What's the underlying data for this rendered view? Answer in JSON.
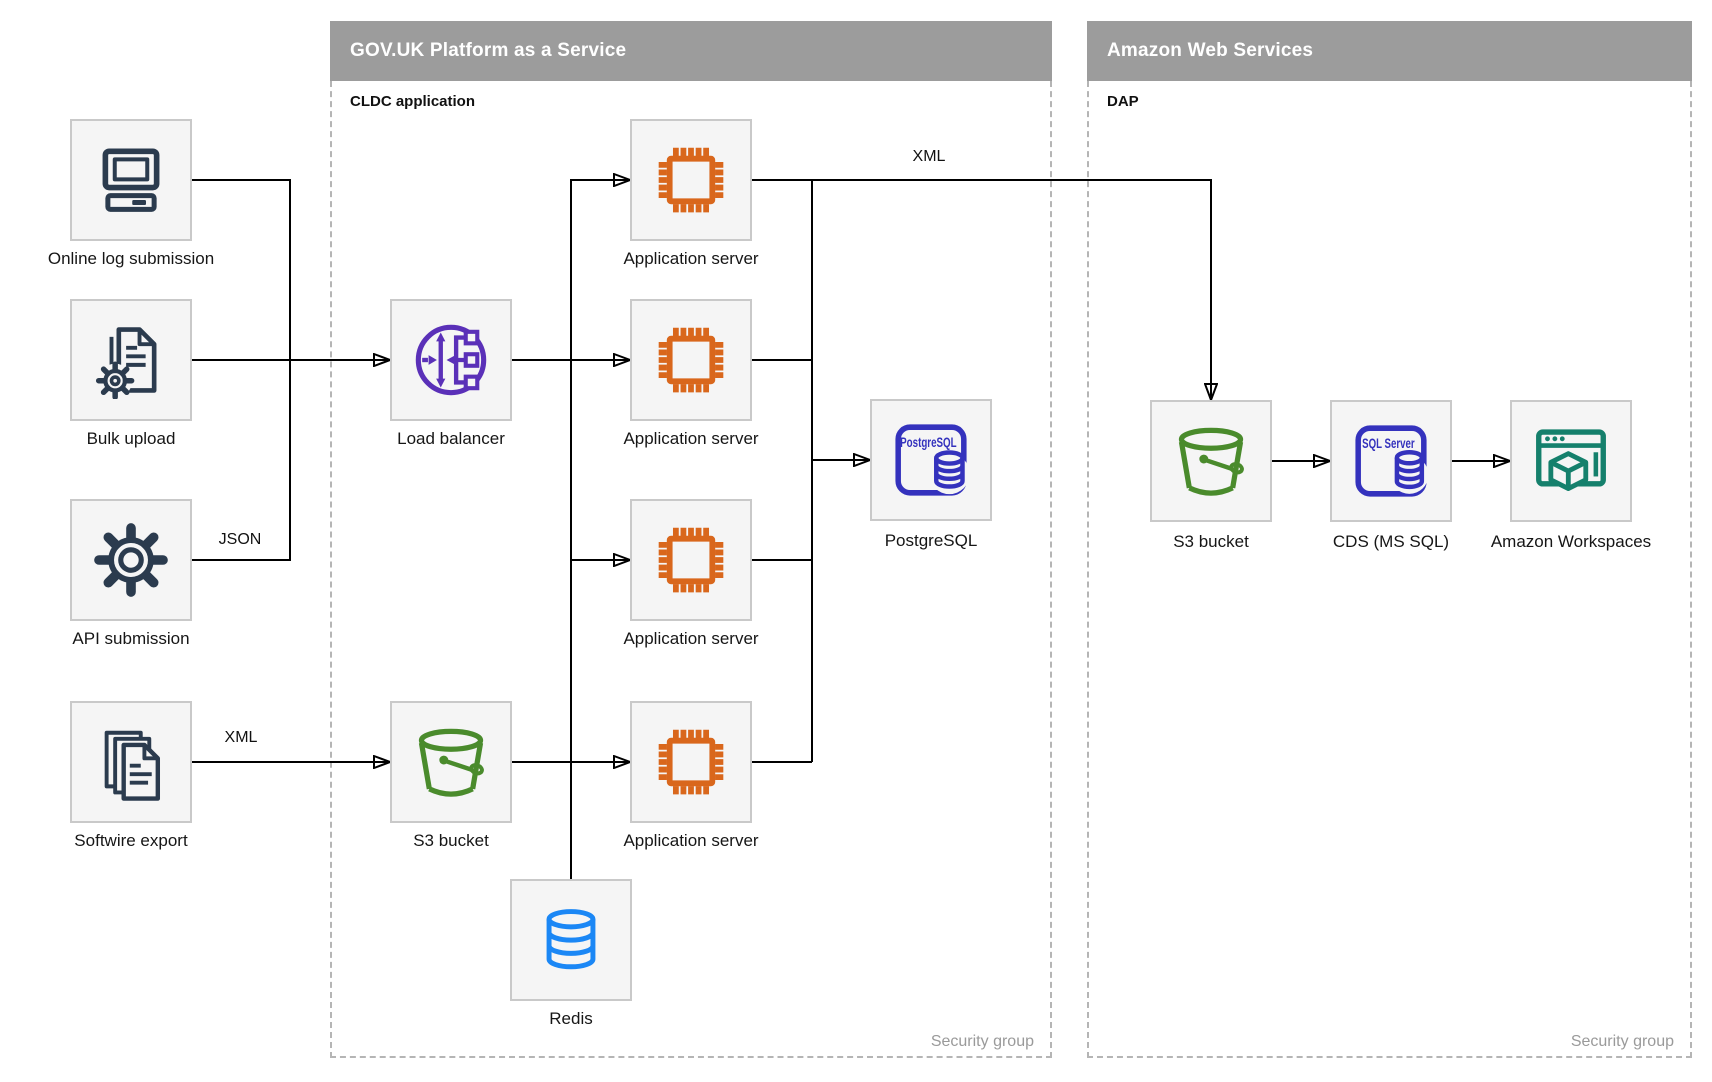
{
  "diagram": {
    "type": "architecture-diagram",
    "containers": {
      "govuk": {
        "title": "GOV.UK Platform as a Service",
        "subtitle": "CLDC application",
        "security_label": "Security group"
      },
      "aws": {
        "title": "Amazon Web Services",
        "subtitle": "DAP",
        "security_label": "Security group"
      }
    },
    "nodes": {
      "online_log": {
        "label": "Online log submission",
        "icon": "computer-icon"
      },
      "bulk_upload": {
        "label": "Bulk upload",
        "icon": "document-gear-icon"
      },
      "api_submission": {
        "label": "API submission",
        "icon": "gear-icon"
      },
      "softwire_export": {
        "label": "Softwire export",
        "icon": "documents-stack-icon"
      },
      "load_balancer": {
        "label": "Load balancer",
        "icon": "load-balancer-icon"
      },
      "app_server_1": {
        "label": "Application server",
        "icon": "chip-icon"
      },
      "app_server_2": {
        "label": "Application server",
        "icon": "chip-icon"
      },
      "app_server_3": {
        "label": "Application server",
        "icon": "chip-icon"
      },
      "app_server_4": {
        "label": "Application server",
        "icon": "chip-icon"
      },
      "postgresql": {
        "label": "PostgreSQL",
        "icon": "postgresql-icon",
        "icon_text": "PostgreSQL"
      },
      "s3_paas": {
        "label": "S3 bucket",
        "icon": "bucket-icon"
      },
      "redis": {
        "label": "Redis",
        "icon": "database-icon"
      },
      "s3_dap": {
        "label": "S3 bucket",
        "icon": "bucket-icon"
      },
      "cds": {
        "label": "CDS (MS SQL)",
        "icon": "sql-server-icon",
        "icon_text": "SQL Server"
      },
      "workspaces": {
        "label": "Amazon Workspaces",
        "icon": "workspaces-icon"
      }
    },
    "edge_labels": {
      "json": "JSON",
      "xml_export": "XML",
      "xml_dap": "XML"
    },
    "edges": [
      {
        "from": "Online log submission",
        "to": "Load balancer"
      },
      {
        "from": "Bulk upload",
        "to": "Load balancer"
      },
      {
        "from": "API submission",
        "to": "Load balancer",
        "label": "JSON"
      },
      {
        "from": "Softwire export",
        "to": "S3 bucket (PaaS)",
        "label": "XML"
      },
      {
        "from": "Load balancer",
        "to": "Application server (x4)"
      },
      {
        "from": "S3 bucket (PaaS)",
        "to": "Application server"
      },
      {
        "from": "Application servers",
        "to": "Redis"
      },
      {
        "from": "Application servers",
        "to": "PostgreSQL"
      },
      {
        "from": "Application server",
        "to": "S3 bucket (DAP)",
        "label": "XML"
      },
      {
        "from": "S3 bucket (DAP)",
        "to": "CDS (MS SQL)"
      },
      {
        "from": "CDS (MS SQL)",
        "to": "Amazon Workspaces"
      }
    ],
    "colors": {
      "header_bar": "#9c9c9c",
      "node_fill": "#f5f5f5",
      "node_border": "#c9c9c9",
      "dashed_border": "#b5b5b5",
      "line": "#000000",
      "dark_navy": "#2b3b4e",
      "orange": "#d9671c",
      "purple": "#5a30b8",
      "green": "#4a8b2c",
      "indigo": "#3432bd",
      "teal": "#15806c",
      "blue": "#1b87f5",
      "security_text": "#9a9a9a"
    }
  }
}
